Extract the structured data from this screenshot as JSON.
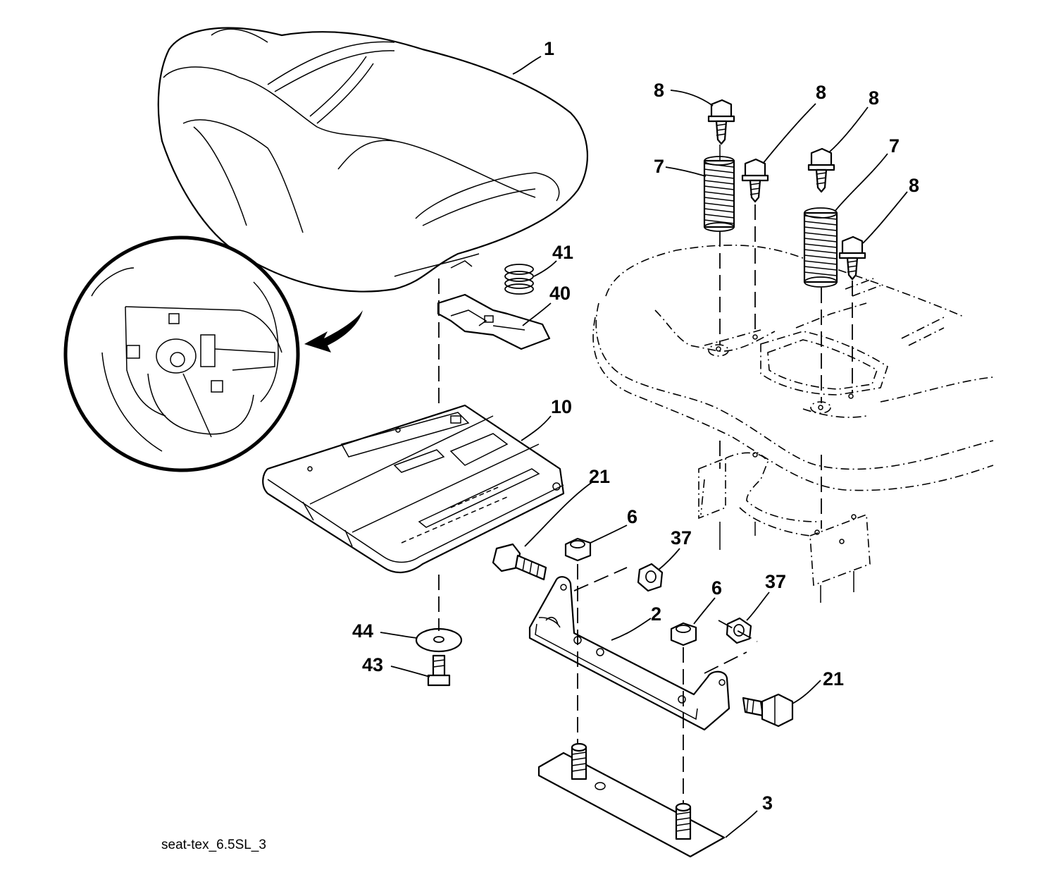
{
  "diagram": {
    "caption": "seat-tex_6.5SL_3",
    "callouts": {
      "seat": "1",
      "bracket": "2",
      "plate": "3",
      "nut_6a": "6",
      "nut_6b": "6",
      "spring_7a": "7",
      "spring_7b": "7",
      "bolt_8a": "8",
      "bolt_8b": "8",
      "bolt_8c": "8",
      "bolt_8d": "8",
      "seat_pan": "10",
      "bolt_21a": "21",
      "bolt_21b": "21",
      "nut_37a": "37",
      "nut_37b": "37",
      "switch_40": "40",
      "spring_41": "41",
      "bolt_43": "43",
      "washer_44": "44"
    }
  }
}
